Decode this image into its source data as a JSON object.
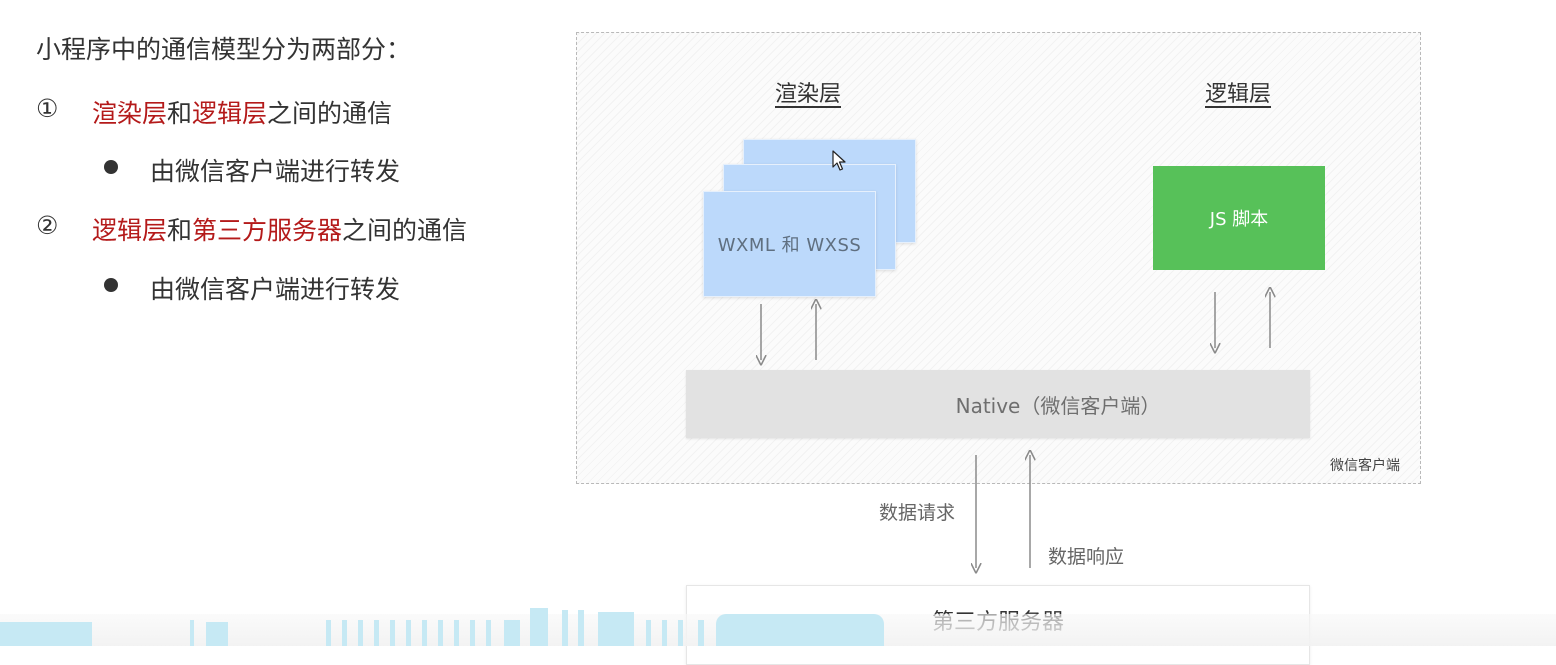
{
  "left": {
    "title": "小程序中的通信模型分为两部分：",
    "sections": [
      {
        "num": "①",
        "parts": [
          {
            "text": "渲染层",
            "red": true
          },
          {
            "text": "和",
            "red": false
          },
          {
            "text": "逻辑层",
            "red": true
          },
          {
            "text": "之间的通信",
            "red": false
          }
        ],
        "sub": "由微信客户端进行转发"
      },
      {
        "num": "②",
        "parts": [
          {
            "text": "逻辑层",
            "red": true
          },
          {
            "text": "和",
            "red": false
          },
          {
            "text": "第三方服务器",
            "red": true
          },
          {
            "text": "之间的通信",
            "red": false
          }
        ],
        "sub": "由微信客户端进行转发"
      }
    ]
  },
  "diagram": {
    "render_layer_title": "渲染层",
    "logic_layer_title": "逻辑层",
    "wxml_label": "WXML 和 WXSS",
    "js_label": "JS 脚本",
    "native_label": "Native（微信客户端）",
    "client_label": "微信客户端",
    "request_label": "数据请求",
    "response_label": "数据响应",
    "server_label": "第三方服务器"
  },
  "colors": {
    "accent_red": "#b41a1a",
    "page_blue": "#bcd9fb",
    "js_green": "#57c159",
    "native_gray": "#e2e2e2"
  }
}
